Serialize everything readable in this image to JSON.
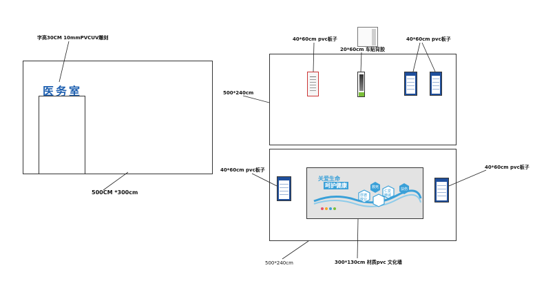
{
  "left_wall": {
    "sign_text": "医务室",
    "note_top": "字高30CM 10mmPVCUV雕刻",
    "dimension": "500CM *300cm"
  },
  "upper_right_wall": {
    "dimension": "500*240cm",
    "board_left_label": "40*60cm  pvc板子",
    "board_right_label": "40*60cm  pvc板子",
    "eye_chart_label": "20*60cm  车贴背胶"
  },
  "lower_right_wall": {
    "dimension": "500*240cm",
    "board_left_label": "40*60cm  pvc板子",
    "board_right_label": "40*60cm  pvc板子",
    "culture_label": "300*130cm  材质pvc  文化墙",
    "culture_wall": {
      "slogan_line1": "关爱生命",
      "slogan_line2": "呵护健康",
      "hex_words": [
        "厚德",
        "敬业",
        "仁爱",
        "精诚",
        "救死",
        "扶伤"
      ]
    }
  },
  "colors": {
    "sign_blue": "#1d5fb0",
    "board_blue": "#1f4f9c",
    "culture_accent": "#3aa0d8",
    "culture_bg": "#e3e3e3"
  }
}
